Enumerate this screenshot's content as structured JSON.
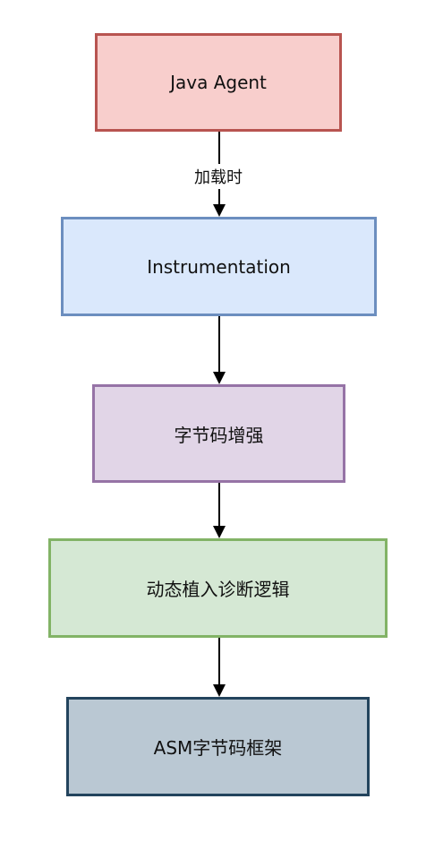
{
  "nodes": [
    {
      "id": "n1",
      "label": "Java Agent",
      "fill": "#f8cecc",
      "stroke": "#b85450"
    },
    {
      "id": "n2",
      "label": "Instrumentation",
      "fill": "#dae8fc",
      "stroke": "#6c8ebf"
    },
    {
      "id": "n3",
      "label": "字节码增强",
      "fill": "#e1d5e7",
      "stroke": "#9673a6"
    },
    {
      "id": "n4",
      "label": "动态植入诊断逻辑",
      "fill": "#d5e8d4",
      "stroke": "#82b366"
    },
    {
      "id": "n5",
      "label": "ASM字节码框架",
      "fill": "#bac8d3",
      "stroke": "#23445d"
    }
  ],
  "edges": [
    {
      "from": "n1",
      "to": "n2",
      "label": "加载时"
    },
    {
      "from": "n2",
      "to": "n3",
      "label": ""
    },
    {
      "from": "n3",
      "to": "n4",
      "label": ""
    },
    {
      "from": "n4",
      "to": "n5",
      "label": ""
    }
  ]
}
